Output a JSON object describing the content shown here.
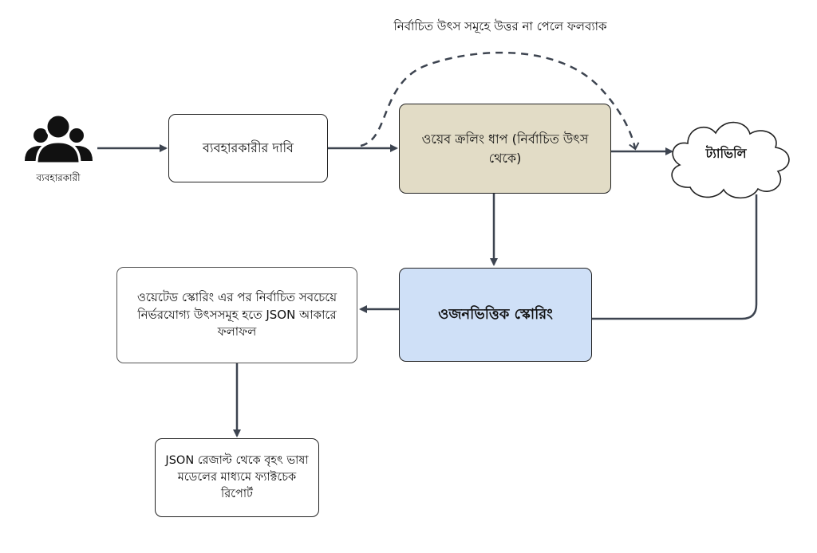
{
  "diagram": {
    "user_label": "ব্যবহারকারী",
    "claim_box": "ব্যবহারকারীর দাবি",
    "crawl_box": "ওয়েব ক্রলিং ধাপ (নির্বাচিত উৎস থেকে)",
    "fallback_label": "নির্বাচিত উৎস সমূহে উত্তর না পেলে ফলব্যাক",
    "tavily_cloud": "ট্যাভিলি",
    "scoring_box": "ওজনভিত্তিক স্কোরিং",
    "json_result_box": "ওয়েটেড স্কোরিং এর পর নির্বাচিত সবচেয়ে নির্ভরযোগ্য উৎসসমূহ হতে JSON আকারে ফলাফল",
    "report_box": "JSON রেজাল্ট থেকে বৃহৎ ভাষা মডেলের মাধ্যমে ফ্যাক্টচেক রিপোর্ট"
  },
  "colors": {
    "crawl_fill": "#e2dcc6",
    "scoring_fill": "#cfe0f7",
    "arrow": "#3d4450",
    "border": "#222222"
  }
}
